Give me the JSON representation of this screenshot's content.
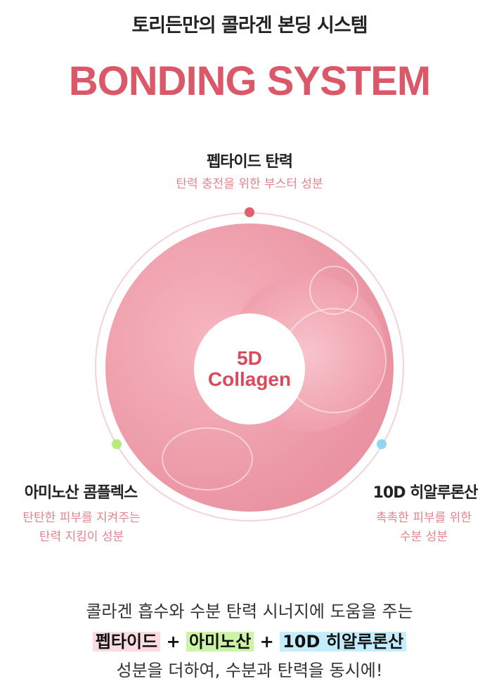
{
  "header": {
    "subtitle": "토리든만의 콜라겐 본딩 시스템",
    "title": "BONDING SYSTEM"
  },
  "diagram": {
    "center": {
      "line1": "5D",
      "line2": "Collagen"
    },
    "top": {
      "label": "펩타이드 탄력",
      "desc": "탄력 충전을 위한 부스터 성분",
      "color": "#e0606f"
    },
    "left": {
      "label": "아미노산 콤플렉스",
      "desc1": "탄탄한 피부를 지켜주는",
      "desc2": "탄력 지킴이 성분",
      "color": "#b8ec7a"
    },
    "right": {
      "label": "10D 히알루론산",
      "desc1": "촉촉한 피부를 위한",
      "desc2": "수분 성분",
      "color": "#8fd6f4"
    }
  },
  "bottom": {
    "line1": "콜라겐 흡수와 수분 탄력 시너지에 도움을 주는",
    "hl1": "펩타이드",
    "plus": "+",
    "hl2": "아미노산",
    "hl3": "10D 히알루론산",
    "line3": "성분을 더하여, 수분과 탄력을 동시에!",
    "colors": {
      "hl1": "#fbdde1",
      "hl2": "#cdf3a6",
      "hl3": "#c4ecfa"
    }
  }
}
